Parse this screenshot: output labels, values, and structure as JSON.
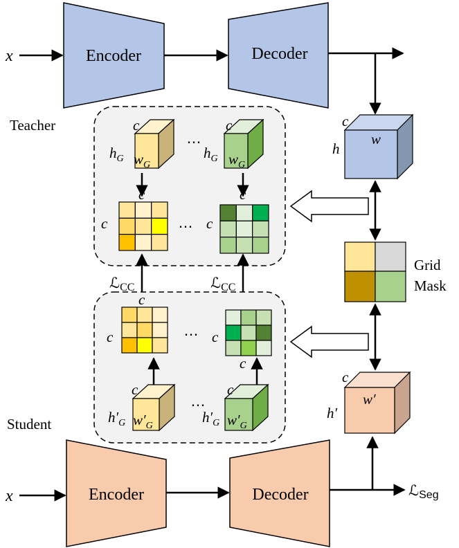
{
  "teacher": {
    "label": "Teacher",
    "input": "x",
    "encoder_label": "Encoder",
    "decoder_label": "Decoder",
    "encoder_color": "#b4c6e7",
    "feature": {
      "c": "c",
      "h": "h",
      "w": "w"
    },
    "group_dims": {
      "c": "c",
      "h": "h",
      "h_sub": "G",
      "w": "w",
      "w_sub": "G"
    },
    "matrix_dim": "c",
    "ellipsis": "⋯"
  },
  "student": {
    "label": "Student",
    "input": "x",
    "encoder_label": "Encoder",
    "decoder_label": "Decoder",
    "encoder_color": "#f8cbad",
    "feature": {
      "c": "c",
      "h": "h′",
      "w": "w′"
    },
    "group_dims": {
      "c": "c",
      "h": "h′",
      "h_sub": "G",
      "w": "w′",
      "w_sub": "G"
    },
    "matrix_dim": "c",
    "ellipsis": "⋯"
  },
  "loss_cc": {
    "symbol": "ℒ",
    "sub": "CC"
  },
  "loss_seg": {
    "symbol": "ℒ",
    "sub": "Seg"
  },
  "grid_mask": {
    "line1": "Grid",
    "line2": "Mask",
    "colors": [
      "#ffe699",
      "#d9d9d9",
      "#bf9000",
      "#a9d18e"
    ]
  },
  "colors": {
    "yellow_cube": "#ffe699",
    "green_cube": "#a9d18e",
    "panel": "#f2f2f2",
    "teacher_yellow_matrix": [
      "#ffe699",
      "#fff2cc",
      "#ffe699",
      "#ffd966",
      "#ffe699",
      "#ffff00",
      "#ffc000",
      "#fff2cc",
      "#ffe699"
    ],
    "teacher_green_matrix": [
      "#548235",
      "#e2efda",
      "#00b050",
      "#c6e0b4",
      "#e2efda",
      "#c6e0b4",
      "#a9d18e",
      "#c6e0b4",
      "#a9d18e"
    ],
    "student_yellow_matrix": [
      "#ffd966",
      "#ffe699",
      "#fff2cc",
      "#ffe699",
      "#ffd966",
      "#fff2cc",
      "#ffc000",
      "#ffff00",
      "#ffe699"
    ],
    "student_green_matrix": [
      "#e2efda",
      "#a9d18e",
      "#c6e0b4",
      "#00b050",
      "#c6e0b4",
      "#548235",
      "#c6e0b4",
      "#92d050",
      "#e2efda"
    ]
  }
}
